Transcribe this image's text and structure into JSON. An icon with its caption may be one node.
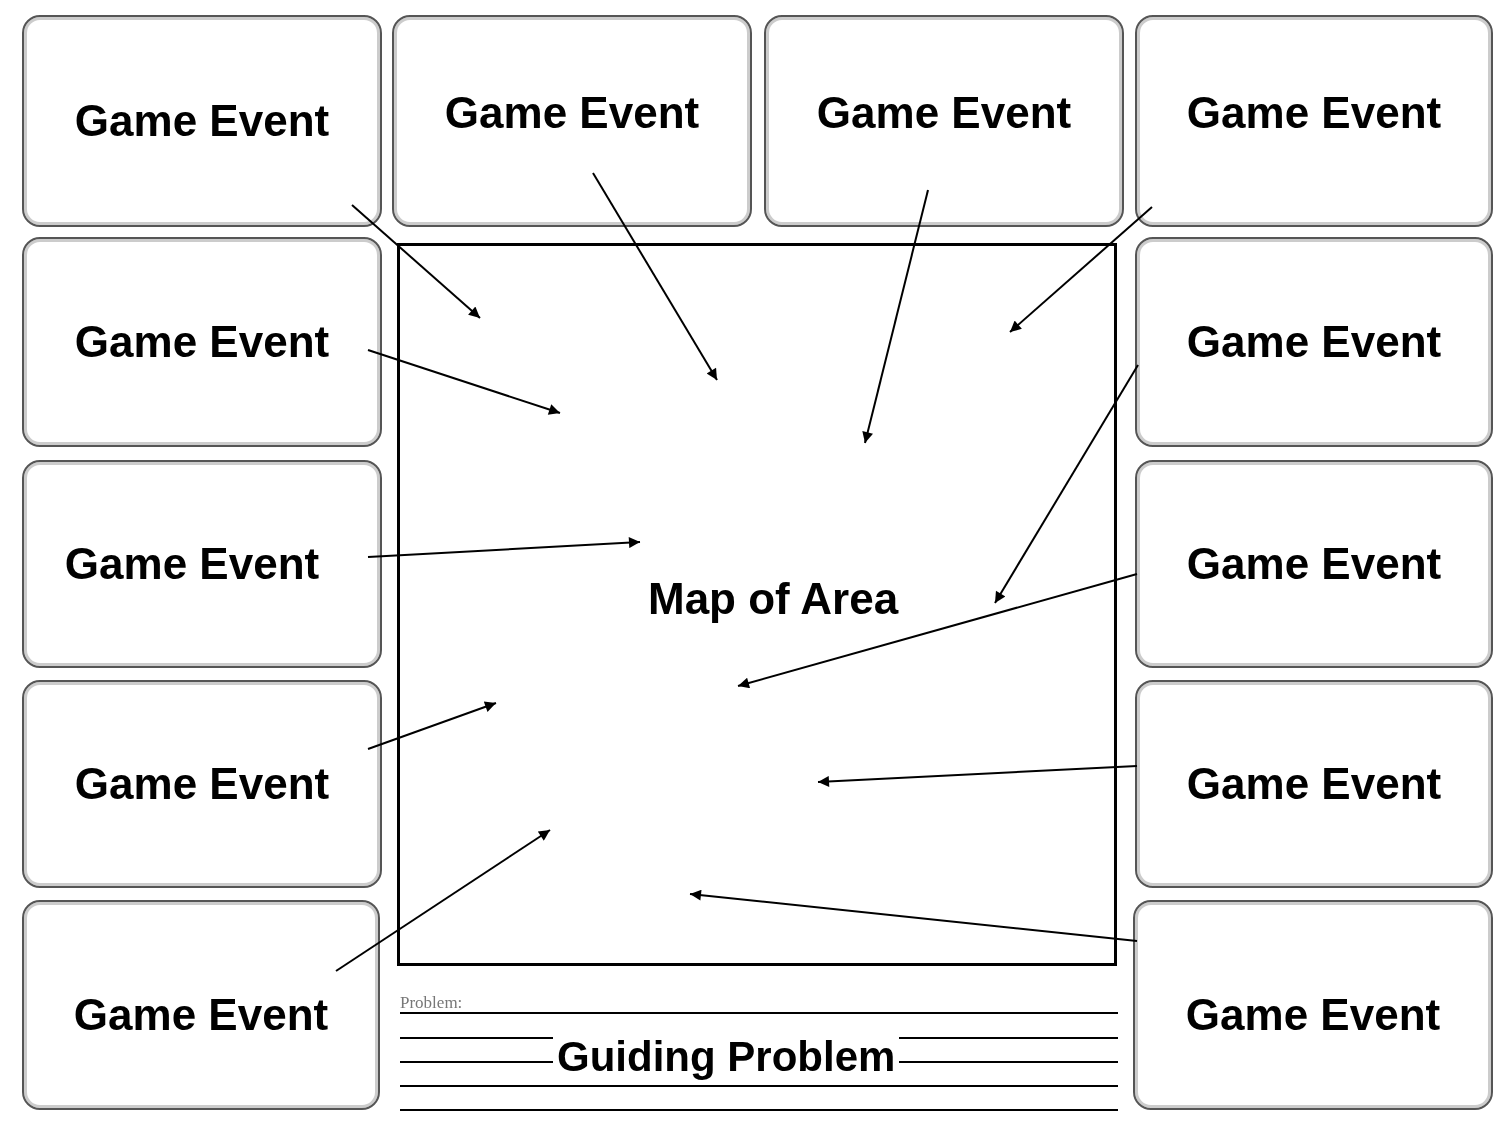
{
  "diagram": {
    "nodes": [
      {
        "text": [
          "Game Event"
        ]
      },
      {
        "text": [
          "Game Event"
        ]
      },
      {
        "text": [
          "Game Event"
        ]
      },
      {
        "text": [
          "Game Event"
        ]
      },
      {
        "text": [
          "Game Event"
        ]
      },
      {
        "text": [
          "Game Event"
        ]
      },
      {
        "text": [
          "Game Event"
        ]
      },
      {
        "text": [
          "Game Event"
        ]
      },
      {
        "text": [
          "Game Event"
        ]
      },
      {
        "text": [
          "Game Event"
        ]
      },
      {
        "text": [
          "Game Event"
        ]
      },
      {
        "text": [
          "Game Event"
        ]
      },
      {
        "text": [
          "Map of Area"
        ]
      }
    ],
    "edges": [
      {
        "from": 0,
        "to": 12,
        "arrow": "to"
      },
      {
        "from": 1,
        "to": 12,
        "arrow": "to"
      },
      {
        "from": 2,
        "to": 12,
        "arrow": "to"
      },
      {
        "from": 3,
        "to": 12,
        "arrow": "to"
      },
      {
        "from": 4,
        "to": 12,
        "arrow": "to"
      },
      {
        "from": 5,
        "to": 12,
        "arrow": "to"
      },
      {
        "from": 6,
        "to": 12,
        "arrow": "to"
      },
      {
        "from": 7,
        "to": 12,
        "arrow": "to"
      },
      {
        "from": 8,
        "to": 12,
        "arrow": "to"
      },
      {
        "from": 9,
        "to": 12,
        "arrow": "to"
      },
      {
        "from": 10,
        "to": 12,
        "arrow": "to"
      },
      {
        "from": 11,
        "to": 12,
        "arrow": "to"
      }
    ],
    "labels": [
      "Problem:",
      "Guiding Problem"
    ]
  }
}
